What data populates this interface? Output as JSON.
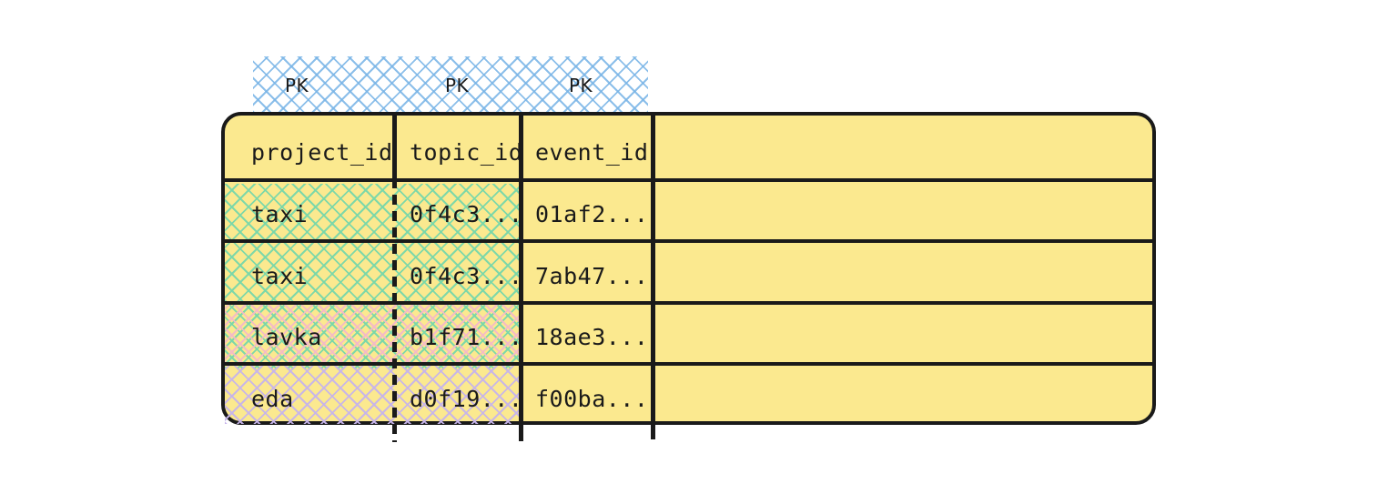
{
  "diagram": {
    "title": "partition key table diagram",
    "pk_band": {
      "label_text": "PK",
      "labels": [
        "PK",
        "PK",
        "PK"
      ],
      "hatch_color": "#78b4e6"
    },
    "table": {
      "fill_color": "#fbe98f",
      "border_color": "#1a1a1a",
      "columns": [
        {
          "name": "project_id",
          "is_pk": true
        },
        {
          "name": "topic_id",
          "is_pk": true
        },
        {
          "name": "event_id",
          "is_pk": true
        },
        {
          "name": "",
          "is_pk": false
        }
      ],
      "rows": [
        {
          "project_id": "taxi",
          "topic_id": "0f4c3...",
          "event_id": "01af2...",
          "rest": "",
          "group": "green"
        },
        {
          "project_id": "taxi",
          "topic_id": "0f4c3...",
          "event_id": "7ab47...",
          "rest": "",
          "group": "green"
        },
        {
          "project_id": "lavka",
          "topic_id": "b1f71...",
          "event_id": "18ae3...",
          "rest": "",
          "group": "pink"
        },
        {
          "project_id": "eda",
          "topic_id": "d0f19...",
          "event_id": "f00ba...",
          "rest": "",
          "group": "purple"
        }
      ],
      "group_colors": {
        "green": "#78d7aa",
        "pink": "#f4b9c8",
        "purple": "#c6b4eb"
      }
    }
  }
}
